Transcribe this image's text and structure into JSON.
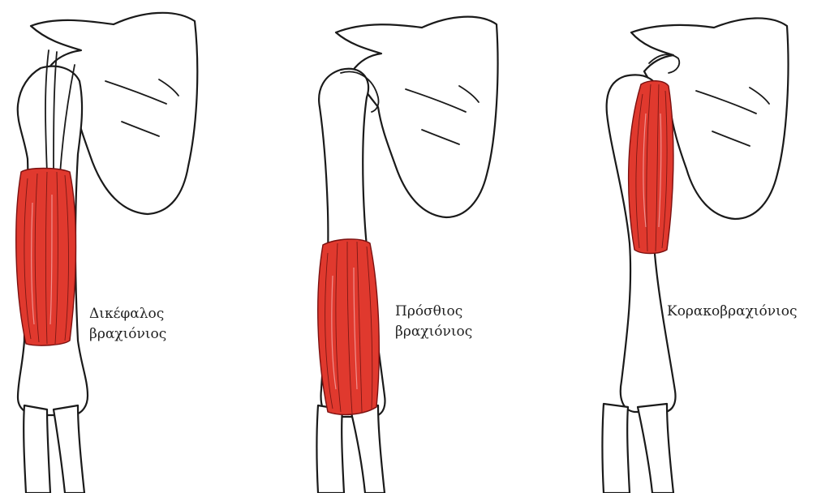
{
  "colors": {
    "muscle": "#e0392e",
    "outline": "#1a1a1a",
    "background": "#ffffff"
  },
  "panels": [
    {
      "id": "biceps",
      "label_line1": "Δικέφαλος",
      "label_line2": "βραχιόνιος"
    },
    {
      "id": "brachialis",
      "label_line1": "Πρόσθιος",
      "label_line2": "βραχιόνιος"
    },
    {
      "id": "coracobrachialis",
      "label_line1": "Κορακοβραχιόνιος",
      "label_line2": ""
    }
  ]
}
